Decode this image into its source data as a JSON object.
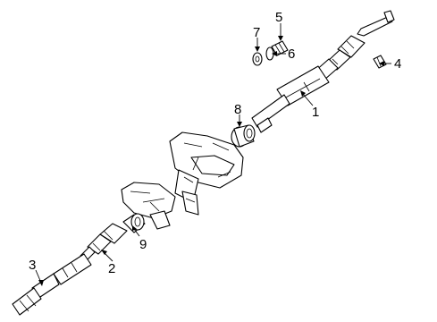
{
  "diagram": {
    "type": "exploded-parts-diagram",
    "colors": {
      "line": "#000000",
      "background": "#ffffff"
    },
    "callouts": [
      {
        "id": "1",
        "label": "1"
      },
      {
        "id": "2",
        "label": "2"
      },
      {
        "id": "3",
        "label": "3"
      },
      {
        "id": "4",
        "label": "4"
      },
      {
        "id": "5",
        "label": "5"
      },
      {
        "id": "6",
        "label": "6"
      },
      {
        "id": "7",
        "label": "7"
      },
      {
        "id": "8",
        "label": "8"
      },
      {
        "id": "9",
        "label": "9"
      }
    ]
  }
}
